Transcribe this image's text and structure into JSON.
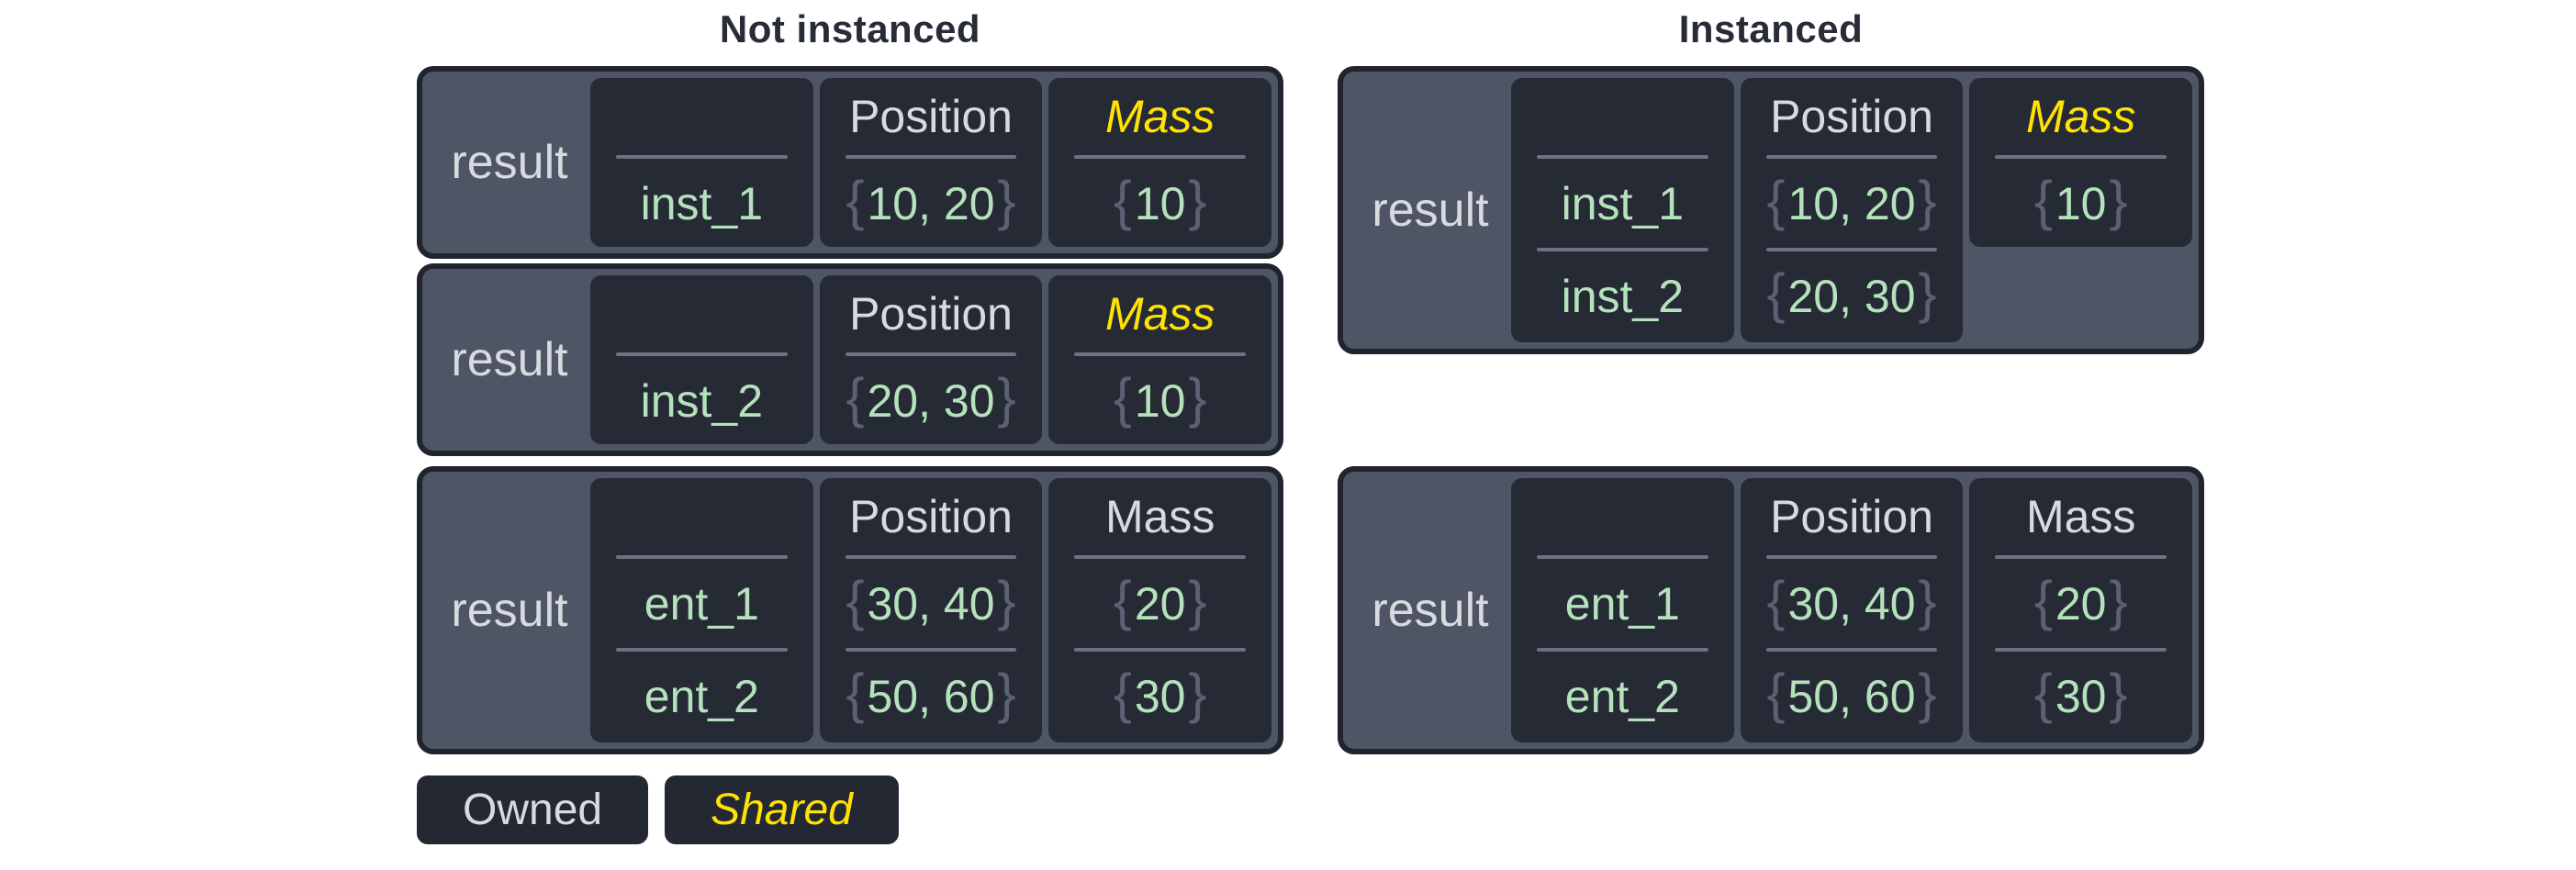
{
  "syntax": {
    "brace_open": "{",
    "brace_close": "}"
  },
  "legend": {
    "owned": "Owned",
    "shared": "Shared"
  },
  "colors": {
    "page_background": "#ffffff",
    "title_text": "#272c37",
    "box_border": "#1f242e",
    "box_fill": "#4e5564",
    "cell_fill": "#252a35",
    "divider": "#6b7280",
    "light_text": "#d8dadf",
    "value_green": "#b5e2bc",
    "brace_gray": "#5a6172",
    "shared_yellow": "#ffe103",
    "legend_chip_fill": "#232832"
  },
  "sections": [
    {
      "title": "Not instanced",
      "boxes": [
        {
          "result_label": "result",
          "name_header": "",
          "names": [
            "inst_1"
          ],
          "position_header": "Position",
          "positions": [
            "10, 20"
          ],
          "mass_header": "Mass",
          "mass_is_shared": true,
          "masses": [
            "10"
          ]
        },
        {
          "result_label": "result",
          "name_header": "",
          "names": [
            "inst_2"
          ],
          "position_header": "Position",
          "positions": [
            "20, 30"
          ],
          "mass_header": "Mass",
          "mass_is_shared": true,
          "masses": [
            "10"
          ]
        },
        {
          "result_label": "result",
          "name_header": "",
          "names": [
            "ent_1",
            "ent_2"
          ],
          "position_header": "Position",
          "positions": [
            "30, 40",
            "50, 60"
          ],
          "mass_header": "Mass",
          "mass_is_shared": false,
          "masses": [
            "20",
            "30"
          ]
        }
      ]
    },
    {
      "title": "Instanced",
      "boxes": [
        {
          "result_label": "result",
          "name_header": "",
          "names": [
            "inst_1",
            "inst_2"
          ],
          "position_header": "Position",
          "positions": [
            "10, 20",
            "20, 30"
          ],
          "mass_header": "Mass",
          "mass_is_shared": true,
          "mass_cell_short": true,
          "masses": [
            "10"
          ]
        },
        {
          "result_label": "result",
          "name_header": "",
          "names": [
            "ent_1",
            "ent_2"
          ],
          "position_header": "Position",
          "positions": [
            "30, 40",
            "50, 60"
          ],
          "mass_header": "Mass",
          "mass_is_shared": false,
          "masses": [
            "20",
            "30"
          ]
        }
      ]
    }
  ]
}
